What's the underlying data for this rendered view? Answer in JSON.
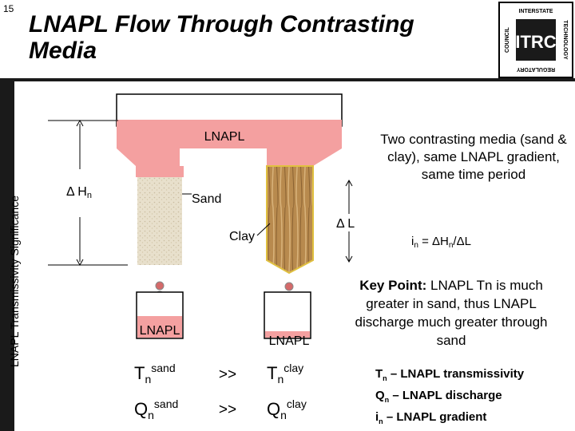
{
  "slide": {
    "number": "15",
    "title": "LNAPL Flow Through Contrasting Media",
    "side_label": "LNAPL Transmissivity Significance"
  },
  "logo": {
    "top_text": "INTERSTATE",
    "left_text": "COUNCIL",
    "right_text": "TECHNOLOGY",
    "bottom_text": "REGULATORY",
    "letters": "ITRC"
  },
  "diagram": {
    "lnapl_reservoir_label": "LNAPL",
    "delta_h": "Δ H",
    "delta_h_sub": "n",
    "sand_label": "Sand",
    "clay_label": "Clay",
    "delta_l": "Δ L",
    "gradient_eq_i": "i",
    "gradient_eq_sub": "n",
    "gradient_eq_rest": " = ΔH",
    "gradient_eq_sub2": "n",
    "gradient_eq_tail": "/ΔL",
    "sand_container_label": "LNAPL",
    "clay_container_label": "LNAPL"
  },
  "description": "Two contrasting media (sand & clay), same LNAPL gradient, same time period",
  "key_point": {
    "lead": "Key Point:",
    "body": " LNAPL Tn is much greater in sand, thus LNAPL discharge much greater through sand"
  },
  "comparisons": [
    {
      "left_base": "T",
      "left_sub": "n",
      "left_sup": "sand",
      "op": ">>",
      "right_base": "T",
      "right_sub": "n",
      "right_sup": "clay"
    },
    {
      "left_base": "Q",
      "left_sub": "n",
      "left_sup": "sand",
      "op": ">>",
      "right_base": "Q",
      "right_sub": "n",
      "right_sup": "clay"
    }
  ],
  "legend": [
    {
      "sym": "T",
      "sub": "n",
      "text": " – LNAPL transmissivity"
    },
    {
      "sym": "Q",
      "sub": "n",
      "text": " – LNAPL discharge"
    },
    {
      "sym": "i",
      "sub": "n",
      "text": " – LNAPL gradient"
    }
  ],
  "colors": {
    "lnapl": "#f4a0a0",
    "lnapl_dark": "#e07070",
    "sand": "#e8e0cc",
    "clay": "#b88a4e",
    "drop": "#d46a6a",
    "frame": "#000000",
    "accent": "#1a1a1a"
  }
}
